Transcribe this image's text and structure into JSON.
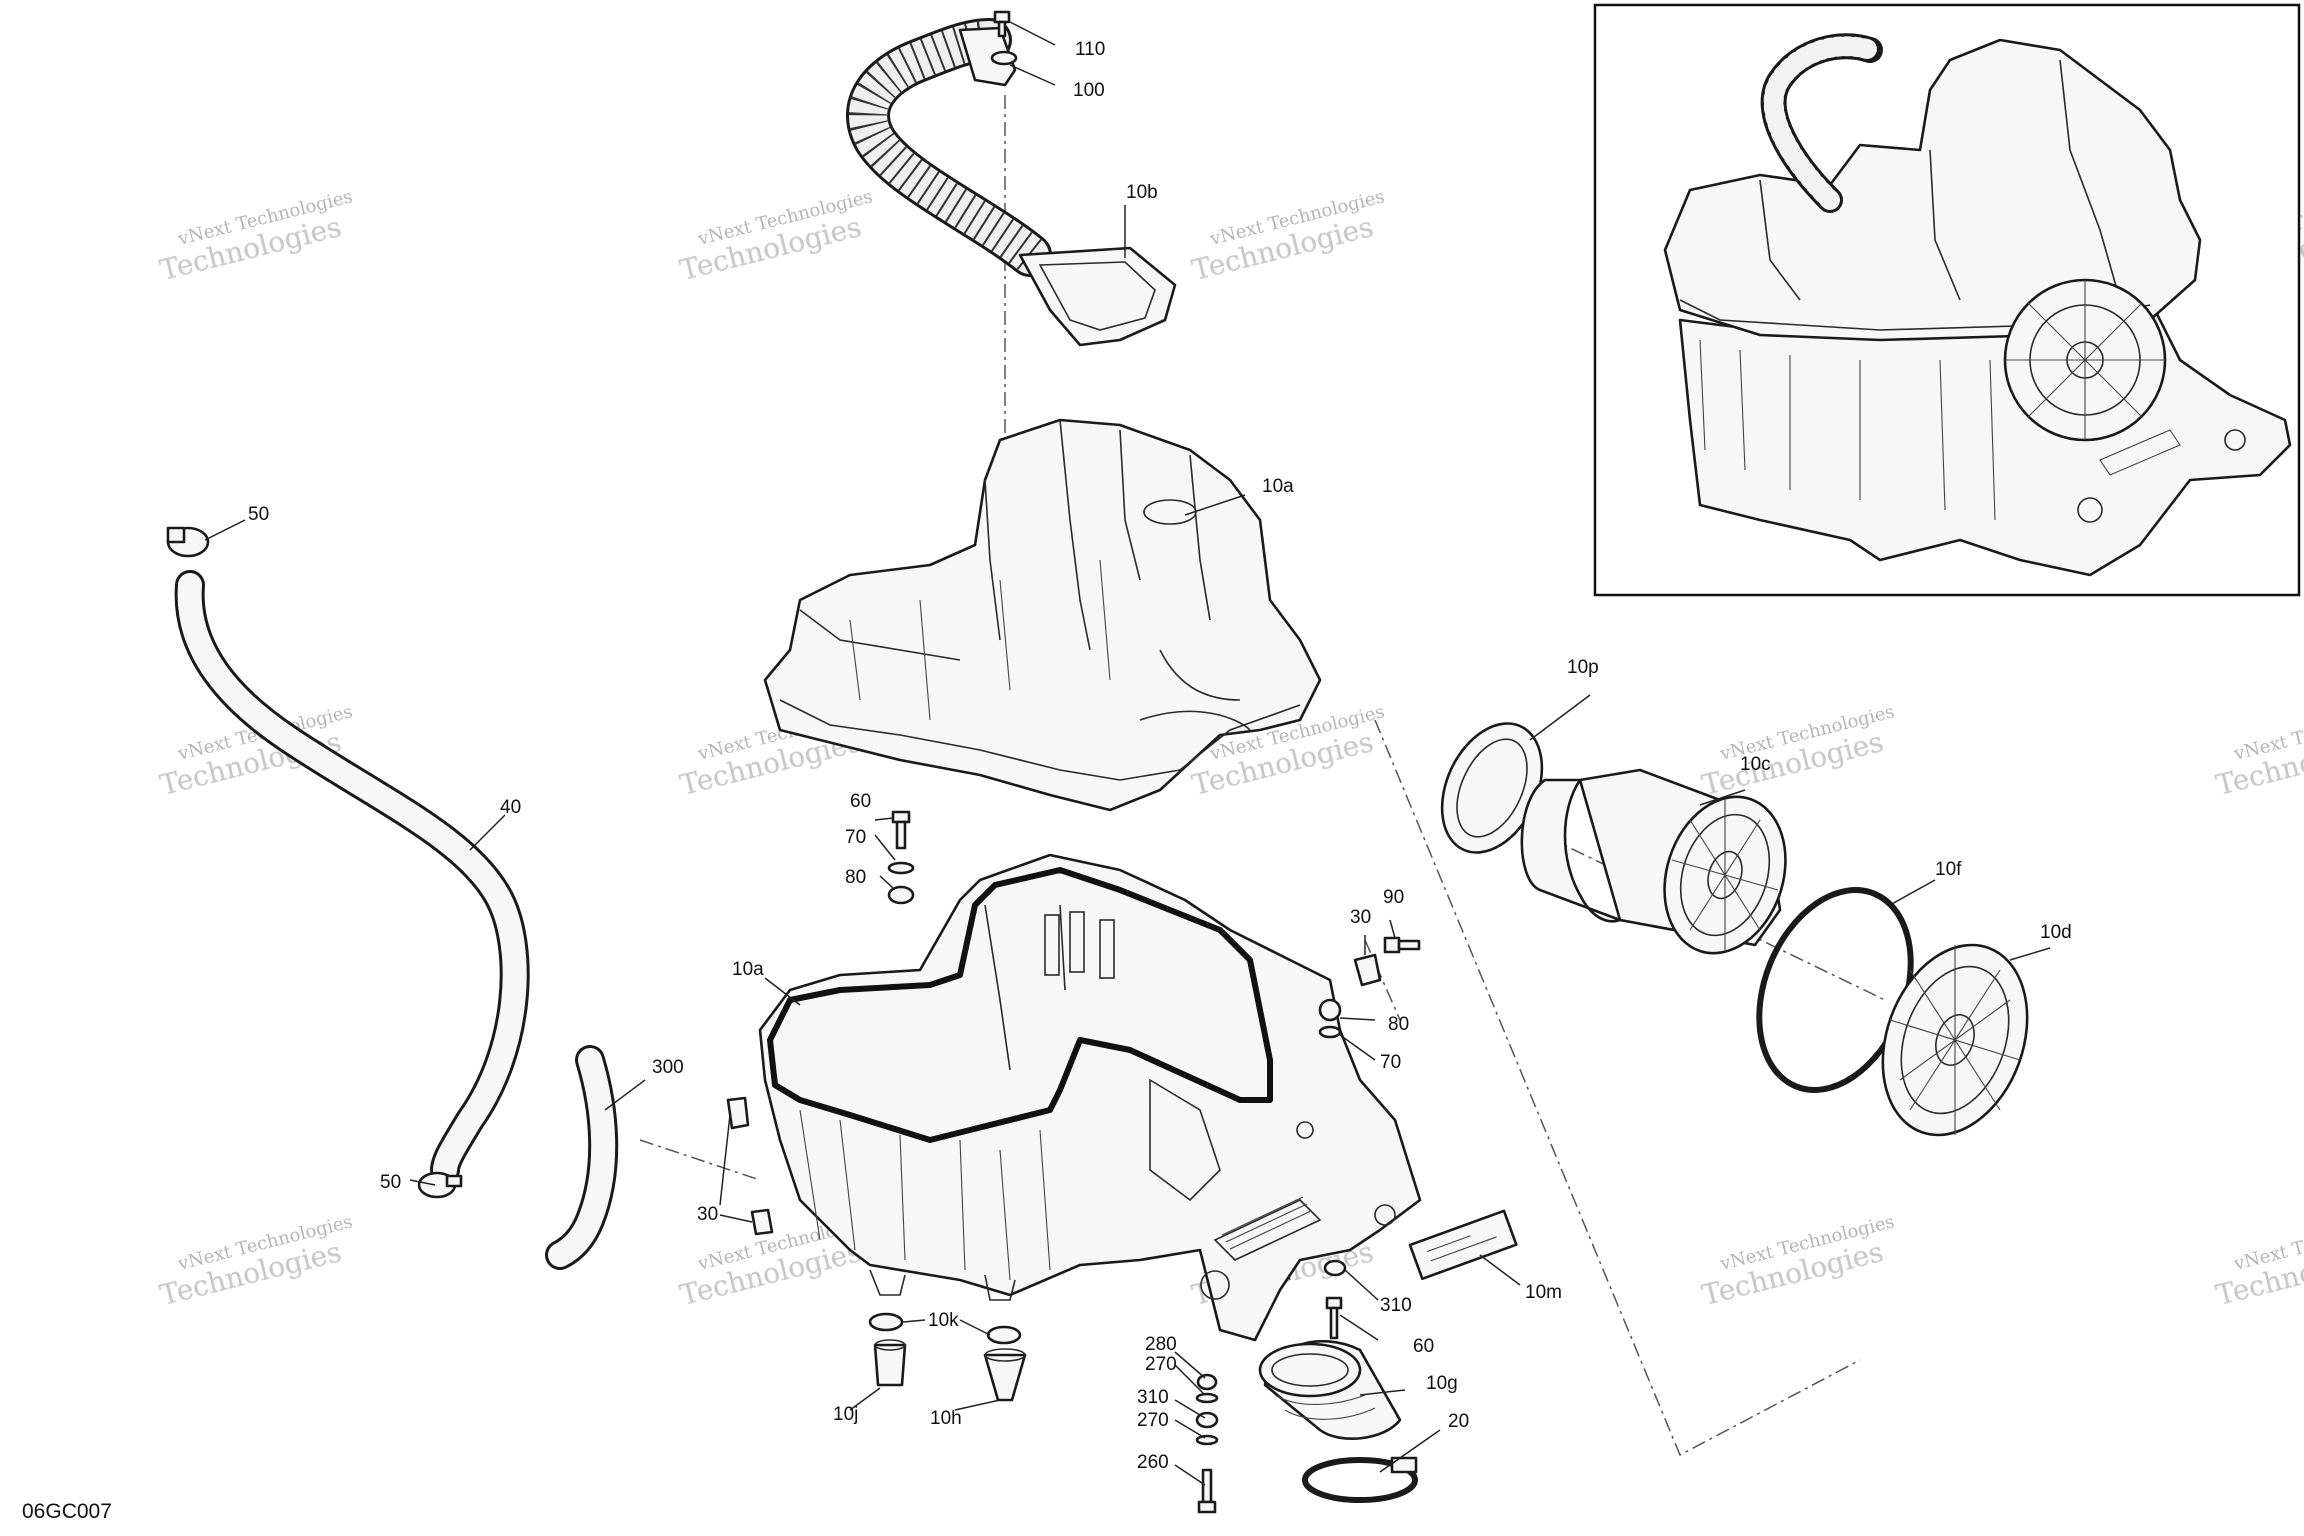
{
  "diagram": {
    "drawing_code": "06GC007",
    "watermark": {
      "line1": "vNext Technologies",
      "line2": "Technologies"
    },
    "callouts": [
      {
        "id": "c110",
        "label": "110"
      },
      {
        "id": "c100",
        "label": "100"
      },
      {
        "id": "c10b",
        "label": "10b"
      },
      {
        "id": "c10a_top",
        "label": "10a"
      },
      {
        "id": "c50_top",
        "label": "50"
      },
      {
        "id": "c40",
        "label": "40"
      },
      {
        "id": "c300",
        "label": "300"
      },
      {
        "id": "c50_bot",
        "label": "50"
      },
      {
        "id": "c60_left",
        "label": "60"
      },
      {
        "id": "c70_left",
        "label": "70"
      },
      {
        "id": "c80_left",
        "label": "80"
      },
      {
        "id": "c10a_bot",
        "label": "10a"
      },
      {
        "id": "c30_left",
        "label": "30"
      },
      {
        "id": "c10k",
        "label": "10k"
      },
      {
        "id": "c10j",
        "label": "10j"
      },
      {
        "id": "c10h",
        "label": "10h"
      },
      {
        "id": "c90",
        "label": "90"
      },
      {
        "id": "c30_right",
        "label": "30"
      },
      {
        "id": "c80_right",
        "label": "80"
      },
      {
        "id": "c70_right",
        "label": "70"
      },
      {
        "id": "c10p",
        "label": "10p"
      },
      {
        "id": "c10c",
        "label": "10c"
      },
      {
        "id": "c10f",
        "label": "10f"
      },
      {
        "id": "c10d",
        "label": "10d"
      },
      {
        "id": "c10m",
        "label": "10m"
      },
      {
        "id": "c310_right",
        "label": "310"
      },
      {
        "id": "c60_right",
        "label": "60"
      },
      {
        "id": "c10g",
        "label": "10g"
      },
      {
        "id": "c20",
        "label": "20"
      },
      {
        "id": "c280",
        "label": "280"
      },
      {
        "id": "c270_a",
        "label": "270"
      },
      {
        "id": "c310_left",
        "label": "310"
      },
      {
        "id": "c270_b",
        "label": "270"
      },
      {
        "id": "c260",
        "label": "260"
      }
    ]
  }
}
